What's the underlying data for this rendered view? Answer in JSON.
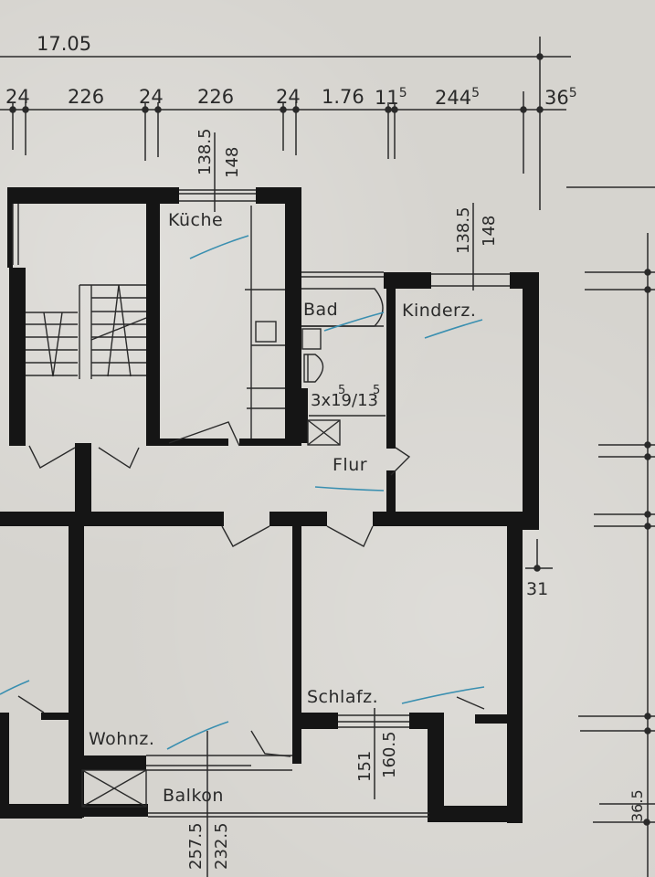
{
  "plan": {
    "rooms": [
      {
        "id": "kueche",
        "label": "Küche"
      },
      {
        "id": "bad",
        "label": "Bad"
      },
      {
        "id": "kinderz",
        "label": "Kinderz."
      },
      {
        "id": "flur",
        "label": "Flur"
      },
      {
        "id": "wohnz",
        "label": "Wohnz."
      },
      {
        "id": "schlafz",
        "label": "Schlafz."
      },
      {
        "id": "balkon",
        "label": "Balkon"
      }
    ],
    "stair_note": {
      "main": "3x19/13",
      "sup1": "5",
      "sup2": "5"
    },
    "top_dimensions": {
      "overall": "17.05",
      "segments": [
        {
          "main": "24",
          "sup": ""
        },
        {
          "main": "226",
          "sup": ""
        },
        {
          "main": "24",
          "sup": ""
        },
        {
          "main": "226",
          "sup": ""
        },
        {
          "main": "24",
          "sup": ""
        },
        {
          "main": "1.76",
          "sup": ""
        },
        {
          "main": "11",
          "sup": "5"
        },
        {
          "main": "244",
          "sup": "5"
        },
        {
          "main": "36",
          "sup": "5"
        }
      ]
    },
    "window_dimensions": {
      "kueche": {
        "a": "138.5",
        "b": "148"
      },
      "kinderz": {
        "a": "138.5",
        "b": "148"
      },
      "schlafz": {
        "a": "151",
        "b": "160.5"
      },
      "balkon": {
        "a": "257.5",
        "b": "232.5"
      }
    },
    "side_dimensions": {
      "right_31": "31",
      "right_bottom": "36.5"
    },
    "colors": {
      "wall": "#151515",
      "paper": "#d6d4cf",
      "ink": "#2a2a2a",
      "pen_annotation": "#3a8fb0"
    }
  }
}
